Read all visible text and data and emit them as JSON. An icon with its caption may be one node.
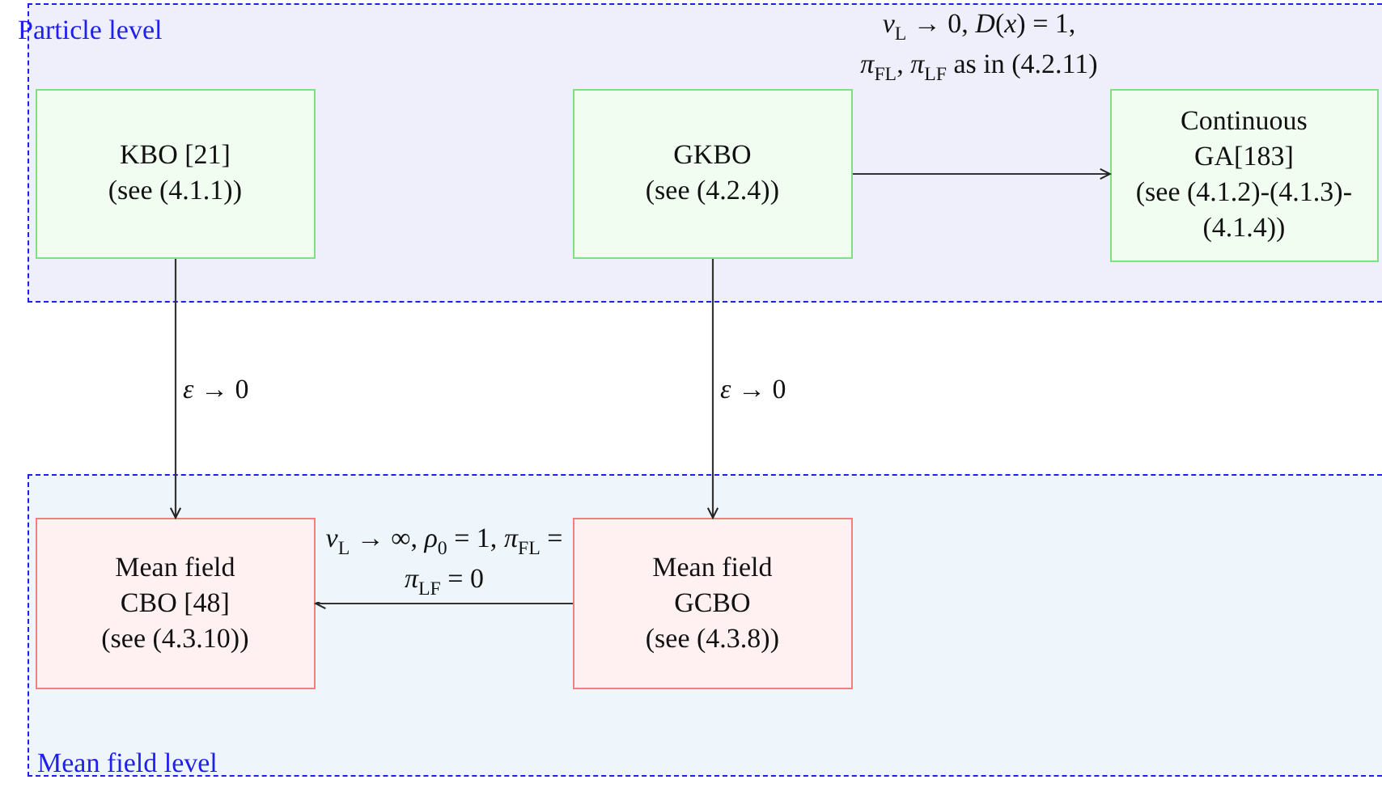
{
  "diagram": {
    "nodes": [
      {
        "text": [
          "Particle level"
        ]
      },
      {
        "text": [
          "KBO [21]",
          "(see (4.1.1))"
        ],
        "in": 0
      },
      {
        "text": [
          "GKBO",
          "(see (4.2.4))"
        ],
        "in": 0
      },
      {
        "text": [
          "Continuous GA[183]",
          "(see (4.1.2)-(4.1.3)-(4.1.4))"
        ],
        "in": 0
      },
      {
        "text": [
          "Mean field level"
        ]
      },
      {
        "text": [
          "Mean field CBO [48]",
          "(see (4.3.10))"
        ],
        "in": 4
      },
      {
        "text": [
          "Mean field GCBO",
          "(see (4.3.8))"
        ],
        "in": 4
      }
    ],
    "edges": [
      {
        "from": 2,
        "to": 3,
        "arrow": "to",
        "label": "*ν*$_{L}$ → 0, *D*(*x*) = 1, *π*$_{FL}$, *π*$_{LF}$ as in (4.2.11)"
      },
      {
        "from": 1,
        "to": 5,
        "arrow": "to",
        "label": "*ε* → 0"
      },
      {
        "from": 2,
        "to": 6,
        "arrow": "to",
        "label": "*ε* → 0"
      },
      {
        "from": 6,
        "to": 5,
        "arrow": "to",
        "label": "*ν*$_{L}$ → ∞, *ρ*$_{0}$ = 1, *π*$_{FL}$ = *π*$_{LF}$ = 0"
      }
    ]
  }
}
